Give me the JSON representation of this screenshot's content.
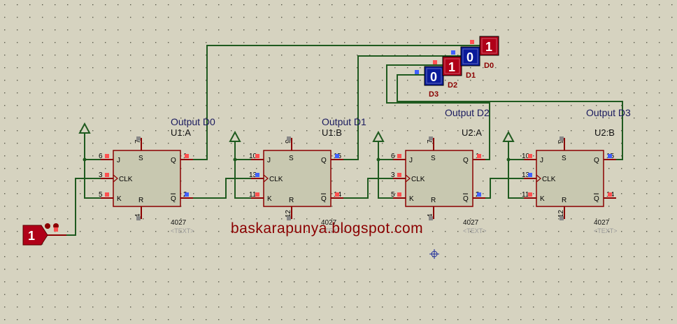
{
  "watermark": "baskarapunya.blogspot.com",
  "source": {
    "value": "1"
  },
  "colors": {
    "wire": "#1f5a1f",
    "chip_fill": "#c8c8b0",
    "chip_border": "#8b0000",
    "probe_high": "#b00018",
    "probe_low": "#0a1a9a",
    "pin_high": "#ff5050",
    "pin_low": "#4060ff",
    "pin_unknown": "#888888"
  },
  "output_labels": [
    "Output D0",
    "Output D1",
    "Output D2",
    "Output D3"
  ],
  "chips": [
    {
      "ref": "U1:A",
      "part": "4027",
      "template": "<TEXT>",
      "pins": {
        "J": "6",
        "CLK": "3",
        "K": "5",
        "Q": "1",
        "QB": "2",
        "S": "7",
        "R": "4"
      },
      "labels": {
        "J": "J",
        "CLK": "CLK",
        "K": "K",
        "S": "S",
        "R": "R",
        "Q": "Q",
        "QB": "Q"
      }
    },
    {
      "ref": "U1:B",
      "part": "4027",
      "template": "<TEXT>",
      "pins": {
        "J": "10",
        "CLK": "13",
        "K": "11",
        "Q": "15",
        "QB": "14",
        "S": "9",
        "R": "12"
      },
      "labels": {
        "J": "J",
        "CLK": "CLK",
        "K": "K",
        "S": "S",
        "R": "R",
        "Q": "Q",
        "QB": "Q"
      }
    },
    {
      "ref": "U2:A",
      "part": "4027",
      "template": "<TEXT>",
      "pins": {
        "J": "6",
        "CLK": "3",
        "K": "5",
        "Q": "1",
        "QB": "2",
        "S": "7",
        "R": "4"
      },
      "labels": {
        "J": "J",
        "CLK": "CLK",
        "K": "K",
        "S": "S",
        "R": "R",
        "Q": "Q",
        "QB": "Q"
      }
    },
    {
      "ref": "U2:B",
      "part": "4027",
      "template": "<TEXT>",
      "pins": {
        "J": "10",
        "CLK": "13",
        "K": "11",
        "Q": "15",
        "QB": "14",
        "S": "9",
        "R": "12"
      },
      "labels": {
        "J": "J",
        "CLK": "CLK",
        "K": "K",
        "S": "S",
        "R": "R",
        "Q": "Q",
        "QB": "Q"
      }
    }
  ],
  "probes": [
    {
      "name": "D0",
      "value": "1",
      "state": "high"
    },
    {
      "name": "D1",
      "value": "0",
      "state": "low"
    },
    {
      "name": "D2",
      "value": "1",
      "state": "high"
    },
    {
      "name": "D3",
      "value": "0",
      "state": "low"
    }
  ]
}
